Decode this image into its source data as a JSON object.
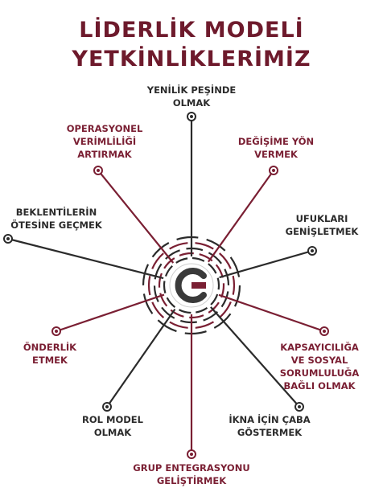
{
  "title": {
    "line1": "LİDERLİK MODELİ",
    "line2": "YETKİNLİKLERİMİZ"
  },
  "colors": {
    "accent": "#7a1f33",
    "dark": "#2b2b2b",
    "title": "#6e1a2c",
    "logo_bg": "#3a3a3a"
  },
  "center_logo": {
    "icon": "c-logo-icon"
  },
  "competencies": [
    {
      "id": "yenilik",
      "lines": [
        "YENİLİK PEŞİNDE",
        "OLMAK"
      ],
      "color": "dark"
    },
    {
      "id": "degisim",
      "lines": [
        "DEĞİŞİME YÖN",
        "VERMEK"
      ],
      "color": "accent"
    },
    {
      "id": "ufuk",
      "lines": [
        "UFUKLARI",
        "GENİŞLETMEK"
      ],
      "color": "dark"
    },
    {
      "id": "kapsayicilik",
      "lines": [
        "KAPSAYICILIĞA",
        "VE SOSYAL",
        "SORUMLULUĞA",
        "BAĞLI OLMAK"
      ],
      "color": "accent"
    },
    {
      "id": "ikna",
      "lines": [
        "İKNA İÇİN ÇABA",
        "GÖSTERMEK"
      ],
      "color": "dark"
    },
    {
      "id": "grup",
      "lines": [
        "GRUP ENTEGRASYONU",
        "GELİŞTİRMEK"
      ],
      "color": "accent"
    },
    {
      "id": "rol",
      "lines": [
        "ROL MODEL",
        "OLMAK"
      ],
      "color": "dark"
    },
    {
      "id": "onderlik",
      "lines": [
        "ÖNDERLİK",
        "ETMEK"
      ],
      "color": "accent"
    },
    {
      "id": "beklenti",
      "lines": [
        "BEKLENTİLERİN",
        "ÖTESİNE GEÇMEK"
      ],
      "color": "dark"
    },
    {
      "id": "operasyonel",
      "lines": [
        "OPERASYONEL",
        "VERİMLİLİĞİ",
        "ARTIRMAK"
      ],
      "color": "accent"
    }
  ]
}
